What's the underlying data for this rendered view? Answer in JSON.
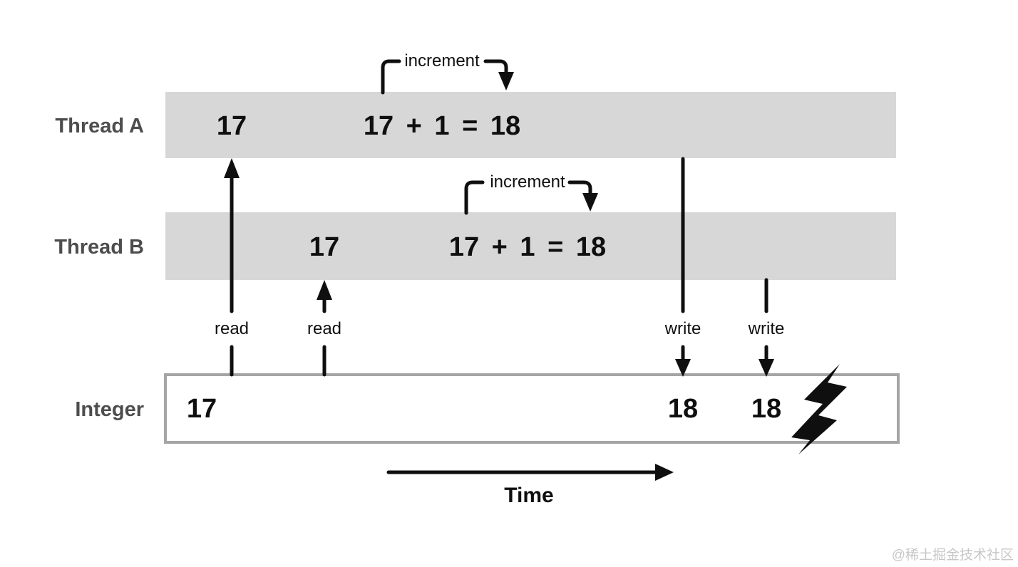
{
  "threads": {
    "a": {
      "label": "Thread A",
      "read_value": "17",
      "increment_label": "increment",
      "expression": "17 + 1 = 18",
      "read_label": "read",
      "write_label": "write"
    },
    "b": {
      "label": "Thread B",
      "read_value": "17",
      "increment_label": "increment",
      "expression": "17 + 1 = 18",
      "read_label": "read",
      "write_label": "write"
    }
  },
  "integer": {
    "label": "Integer",
    "initial_value": "17",
    "thread_a_written_value": "18",
    "thread_b_written_value": "18"
  },
  "time_axis": {
    "label": "Time"
  },
  "watermark": "@稀土掘金技术社区",
  "icons": {
    "conflict": "lightning-bolt-icon"
  },
  "colors": {
    "band": "#d7d7d7",
    "box_border": "#a5a5a5",
    "label_text": "#4d4d4d",
    "ink": "#0f0f0f",
    "watermark": "#c7c7c7"
  }
}
